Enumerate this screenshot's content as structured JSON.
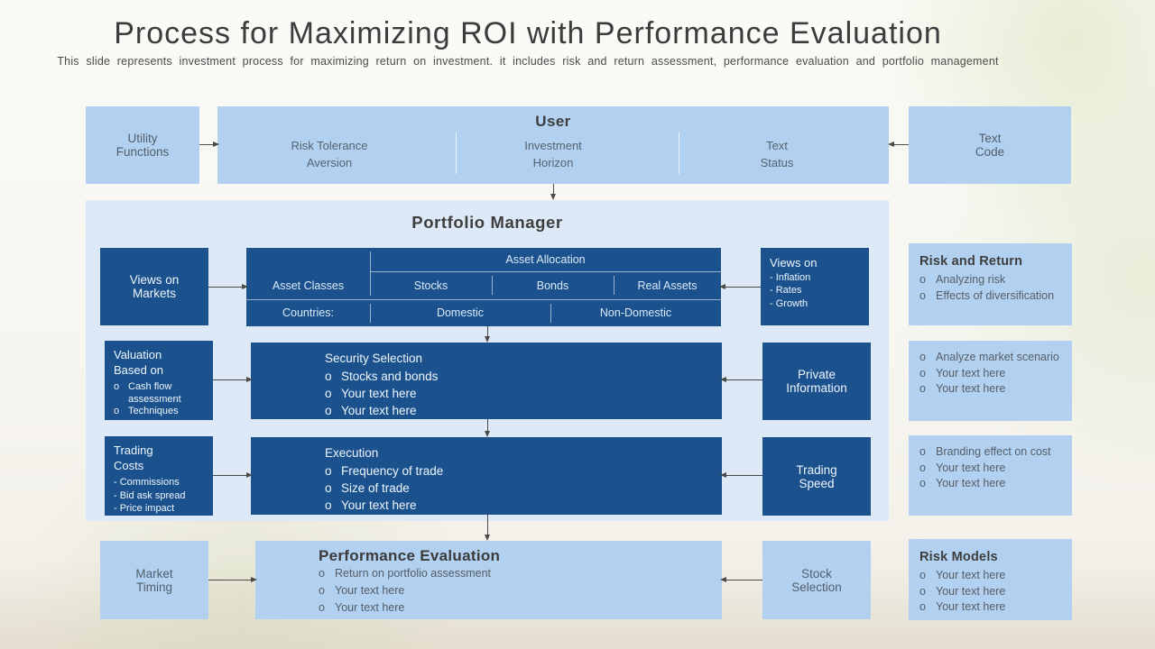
{
  "title": "Process for Maximizing ROI with Performance Evaluation",
  "subtitle": "This slide represents investment process for maximizing return on investment. it includes risk and return assessment, performance evaluation and portfolio management",
  "bullet_char": "o",
  "colors": {
    "dark_blue": "#1b528e",
    "light_blue": "#b2d1f0",
    "container_blue": "#dee9f7",
    "arrow": "#4a4a4a"
  },
  "top_row": {
    "utility_functions": "Utility\nFunctions",
    "user": {
      "heading": "User",
      "columns": [
        "Risk Tolerance\nAversion",
        "Investment\nHorizon",
        "Text\nStatus"
      ]
    },
    "text_code": "Text\nCode"
  },
  "portfolio_manager": {
    "heading": "Portfolio Manager",
    "views_on_markets": "Views on\nMarkets",
    "asset_table": {
      "header": "Asset Allocation",
      "row1_label": "Asset Classes",
      "row1_cells": [
        "Stocks",
        "Bonds",
        "Real Assets"
      ],
      "row2_label": "Countries:",
      "row2_cells": [
        "Domestic",
        "Non-Domestic"
      ]
    },
    "views_on_right": {
      "heading": "Views on",
      "items": [
        "- Inflation",
        "- Rates",
        "- Growth"
      ]
    },
    "valuation": {
      "heading": "Valuation\nBased on",
      "bullets": [
        "Cash flow assessment",
        "Techniques"
      ]
    },
    "security_selection": {
      "heading": "Security Selection",
      "bullets": [
        "Stocks and bonds",
        "Your text here",
        "Your text here"
      ]
    },
    "private_information": "Private\nInformation",
    "trading_costs": {
      "heading": "Trading\nCosts",
      "items": [
        "- Commissions",
        "- Bid ask spread",
        "- Price impact"
      ]
    },
    "execution": {
      "heading": "Execution",
      "bullets": [
        "Frequency of trade",
        "Size of trade",
        "Your text here"
      ]
    },
    "trading_speed": "Trading\nSpeed"
  },
  "bottom_row": {
    "market_timing": "Market\nTiming",
    "performance_evaluation": {
      "heading": "Performance Evaluation",
      "bullets": [
        "Return on portfolio assessment",
        "Your text here",
        "Your text here"
      ]
    },
    "stock_selection": "Stock\nSelection"
  },
  "right_column": [
    {
      "heading": "Risk and Return",
      "bullets": [
        "Analyzing risk",
        "Effects of diversification"
      ]
    },
    {
      "heading": "",
      "bullets": [
        "Analyze market scenario",
        "Your text here",
        "Your text here"
      ]
    },
    {
      "heading": "",
      "bullets": [
        "Branding effect on cost",
        "Your text here",
        "Your text here"
      ]
    },
    {
      "heading": "Risk Models",
      "bullets": [
        "Your text here",
        "Your text here",
        "Your text here"
      ]
    }
  ]
}
